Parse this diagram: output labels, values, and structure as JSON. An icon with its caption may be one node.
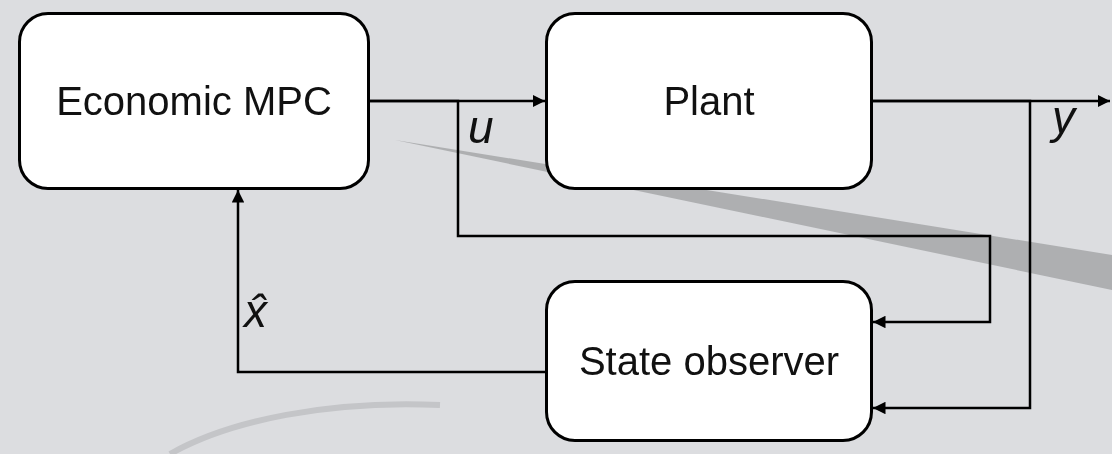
{
  "diagram": {
    "nodes": [
      {
        "text": [
          "Economic MPC"
        ]
      },
      {
        "text": [
          "Plant"
        ]
      },
      {
        "text": [
          "State observer"
        ]
      }
    ],
    "edges": [
      {
        "from": 0,
        "to": 1,
        "arrow": "to",
        "label": "u"
      },
      {
        "from": 0,
        "to": 2,
        "arrow": "to"
      },
      {
        "from": 1,
        "to": null,
        "arrow": "to",
        "label": "y"
      },
      {
        "from": 1,
        "to": 2,
        "arrow": "to"
      },
      {
        "from": 2,
        "to": 0,
        "arrow": "to",
        "label": "x̂"
      }
    ]
  }
}
